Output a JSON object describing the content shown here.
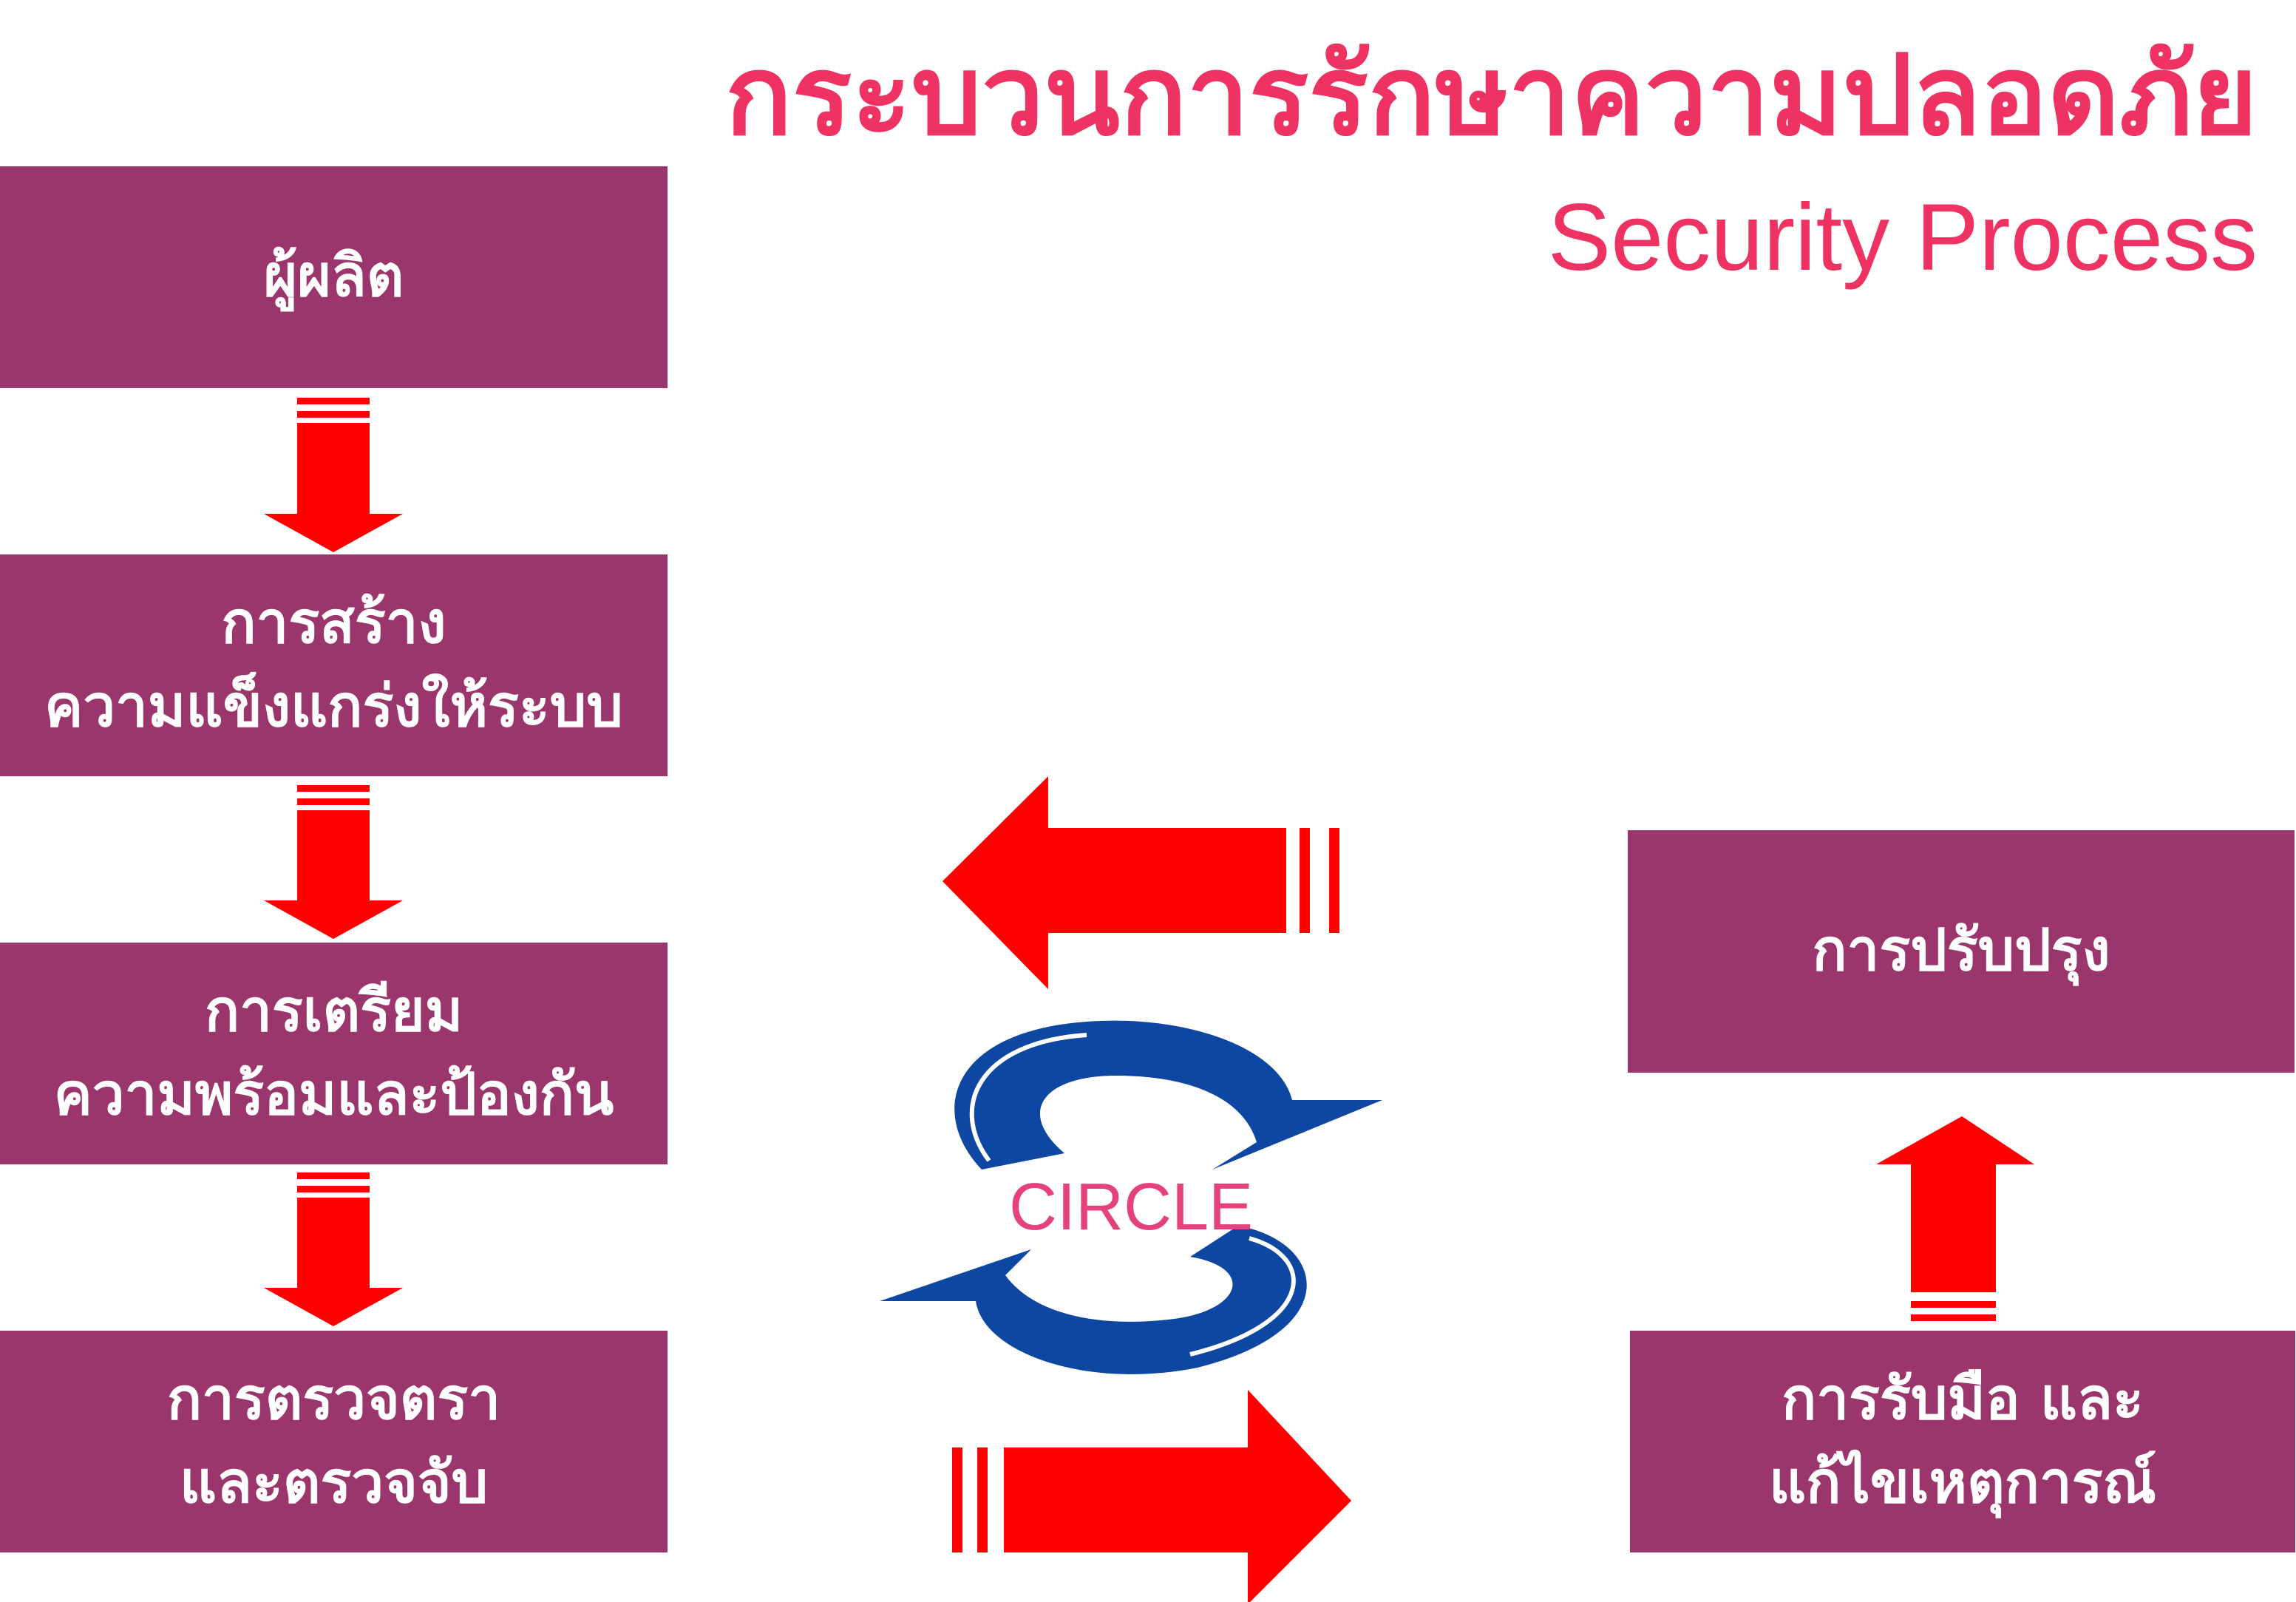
{
  "title": {
    "thai": "กระบวนการรักษาความปลอดภัย",
    "english": "Security Process"
  },
  "steps": {
    "producer": {
      "lines": [
        "ผู้ผลิต"
      ]
    },
    "hardening": {
      "lines": [
        "การสร้าง",
        "ความแข็งแกร่งให้ระบบ"
      ]
    },
    "prepare": {
      "lines": [
        "การเตรียม",
        "ความพร้อมและป้องกัน"
      ]
    },
    "detect": {
      "lines": [
        "การตรวจตรา",
        "และตรวจจับ"
      ]
    },
    "improve": {
      "lines": [
        "การปรับปรุง"
      ]
    },
    "respond": {
      "lines": [
        "การรับมือ และ",
        "แก้ไขเหตุการณ์"
      ]
    }
  },
  "cycle": {
    "label": "CIRCLE"
  },
  "colors": {
    "title": "#ee3363",
    "box": "#9a366c",
    "arrow": "#ff0000",
    "cycle_icon": "#0d47a1",
    "cycle_label": "#e4417d"
  },
  "icons": {
    "flow_arrows": "block-arrow",
    "cycle": "circular-arrows-icon"
  }
}
